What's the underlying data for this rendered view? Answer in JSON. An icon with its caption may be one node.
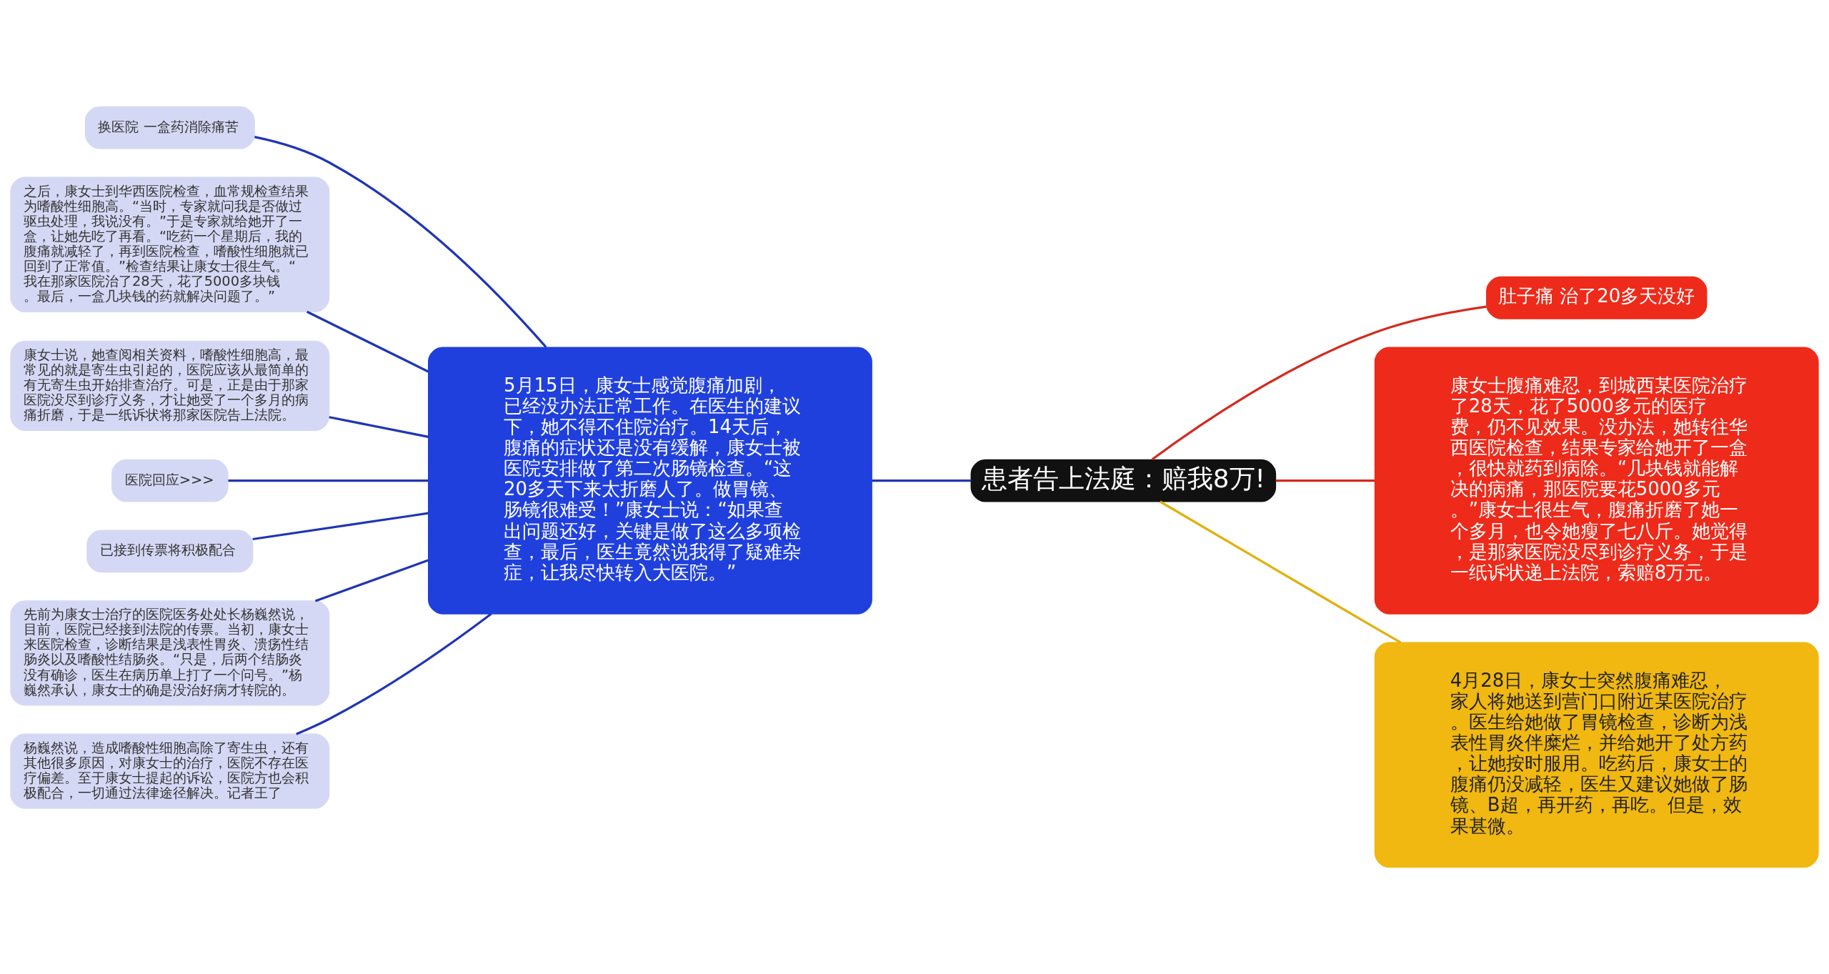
{
  "diagram": {
    "nodes": [
      {
        "text": [
          "患者告上法庭：赔我8万!"
        ]
      },
      {
        "text": [
          "肚子痛 治了20多天没好"
        ]
      },
      {
        "text": [
          "康女士腹痛难忍，到城西某医院治疗了28天，花了5000多元的医疗费，仍不见效果。没办法，她转往华西医院检查，结果专家给她开了一盒，很快就药到病除。“几块钱就能解决的病痛，那医院要花5000多元。”康女士很生气，腹痛折磨了她一个多月，也令她瘦了七八斤。她觉得，是那家医院没尽到诊疗义务，于是一纸诉状递上法院，索赔8万元。"
        ]
      },
      {
        "text": [
          "4月28日，康女士突然腹痛难忍，家人将她送到营门口附近某医院治疗。医生给她做了胃镜检查，诊断为浅表性胃炎伴糜烂，并给她开了处方药，让她按时服用。吃药后，康女士的腹痛仍没减轻，医生又建议她做了肠镜、B超，再开药，再吃。但是，效果甚微。"
        ]
      },
      {
        "text": [
          "5月15日，康女士感觉腹痛加剧，已经没办法正常工作。在医生的建议下，她不得不住院治疗。14天后，腹痛的症状还是没有缓解，康女士被医院安排做了第二次肠镜检查。“这20多天下来太折磨人了。做胃镜、肠镜很难受！”康女士说：“如果查出问题还好，关键是做了这么多项检查，最后，医生竟然说我得了疑难杂症，让我尽快转入大医院。”"
        ]
      },
      {
        "text": [
          "换医院 一盒药消除痛苦"
        ]
      },
      {
        "text": [
          "之后，康女士到华西医院检查，血常规检查结果为嗜酸性细胞高。“当时，专家就问我是否做过驱虫处理，我说没有。”于是专家就给她开了一盒，让她先吃了再看。“吃药一个星期后，我的腹痛就减轻了，再到医院检查，嗜酸性细胞就已回到了正常值。”检查结果让康女士很生气。“我在那家医院治了28天，花了5000多块钱。最后，一盒几块钱的药就解决问题了。”"
        ]
      },
      {
        "text": [
          "康女士说，她查阅相关资料，嗜酸性细胞高，最常见的就是寄生虫引起的，医院应该从最简单的有无寄生虫开始排查治疗。可是，正是由于那家医院没尽到诊疗义务，才让她受了一个多月的病痛折磨，于是一纸诉状将那家医院告上法院。"
        ]
      },
      {
        "text": [
          "医院回应>>>"
        ]
      },
      {
        "text": [
          "已接到传票将积极配合"
        ]
      },
      {
        "text": [
          "先前为康女士治疗的医院医务处处长杨巍然说，目前，医院已经接到法院的传票。当初，康女士来医院检查，诊断结果是浅表性胃炎、溃疡性结肠炎以及嗜酸性结肠炎。“只是，后两个结肠炎没有确诊，医生在病历单上打了一个问号。”杨巍然承认，康女士的确是没治好病才转院的。"
        ]
      },
      {
        "text": [
          "杨巍然说，造成嗜酸性细胞高除了寄生虫，还有其他很多原因，对康女士的治疗，医院不存在医疗偏差。至于康女士提起的诉讼，医院方也会积极配合，一切通过法律途径解决。记者王了"
        ]
      }
    ],
    "edges": [
      {
        "from": 0,
        "to": 1,
        "arrow": "none",
        "color": "#d42a1e"
      },
      {
        "from": 0,
        "to": 2,
        "arrow": "none",
        "color": "#d42a1e"
      },
      {
        "from": 0,
        "to": 3,
        "arrow": "none",
        "color": "#e2b00c"
      },
      {
        "from": 0,
        "to": 4,
        "arrow": "none"
      },
      {
        "from": 4,
        "to": 5,
        "arrow": "none"
      },
      {
        "from": 4,
        "to": 6,
        "arrow": "none"
      },
      {
        "from": 4,
        "to": 7,
        "arrow": "none"
      },
      {
        "from": 4,
        "to": 8,
        "arrow": "none"
      },
      {
        "from": 4,
        "to": 9,
        "arrow": "none"
      },
      {
        "from": 4,
        "to": 10,
        "arrow": "none"
      },
      {
        "from": 4,
        "to": 11,
        "arrow": "none"
      }
    ]
  }
}
